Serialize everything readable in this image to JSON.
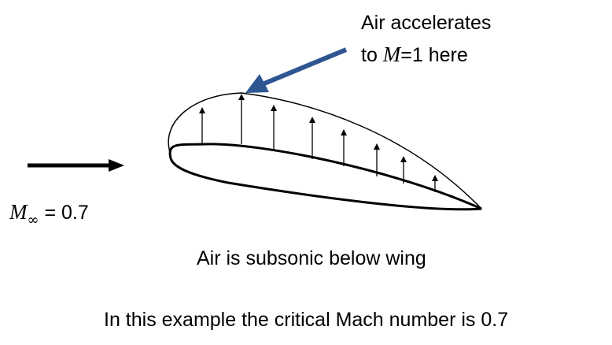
{
  "annotation": {
    "line1": "Air accelerates",
    "line2_prefix": "to ",
    "line2_symbol": "M",
    "line2_suffix": "=1  here",
    "arrow_color": "#2e5691"
  },
  "freestream": {
    "symbol": "M",
    "subscript": "∞",
    "value_text": " = 0.7"
  },
  "caption_below": "Air is subsonic below wing",
  "caption_bottom": "In this example the critical Mach number is 0.7",
  "colors": {
    "stroke": "#000000",
    "background": "#ffffff"
  }
}
